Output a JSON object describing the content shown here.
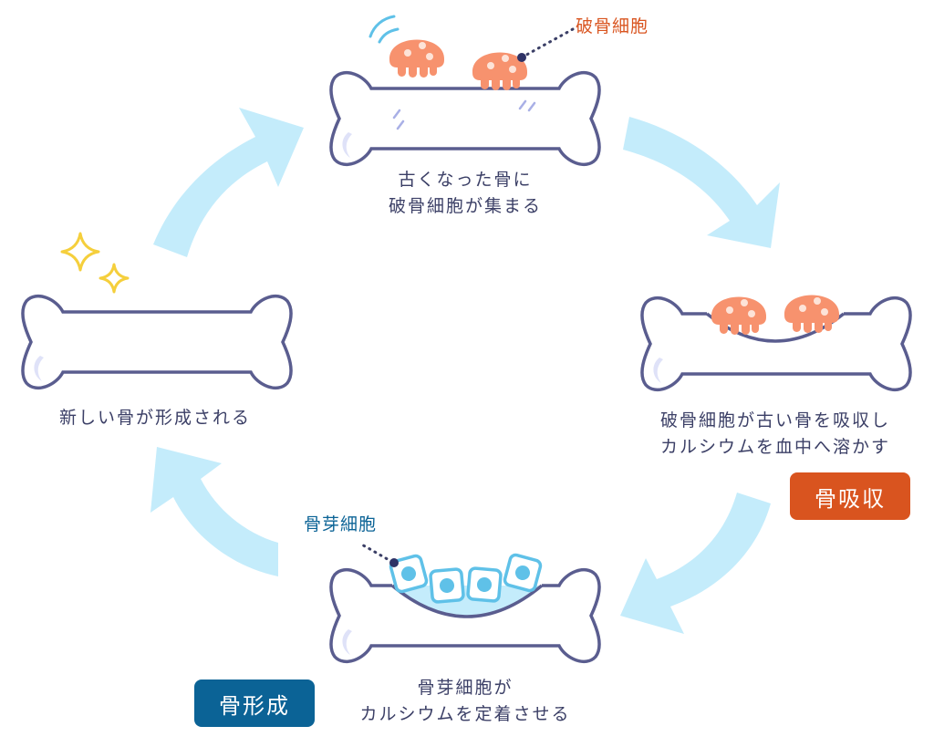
{
  "colors": {
    "arrow": "#c4ecfb",
    "bone_stroke": "#5a5d8f",
    "osteoclast": "#f7926e",
    "osteoblast": "#5fc1e8",
    "resorption": "#d9541f",
    "formation": "#0b6396",
    "sparkle": "#f5cf3c"
  },
  "stages": {
    "top": {
      "caption_line1": "古くなった骨に",
      "caption_line2": "破骨細胞が集まる"
    },
    "right": {
      "caption_line1": "破骨細胞が古い骨を吸収し",
      "caption_line2": "カルシウムを血中へ溶かす"
    },
    "bottom": {
      "caption_line1": "骨芽細胞が",
      "caption_line2": "カルシウムを定着させる"
    },
    "left": {
      "caption_line1": "新しい骨が形成される"
    }
  },
  "callouts": {
    "osteoclast": "破骨細胞",
    "osteoblast": "骨芽細胞"
  },
  "badges": {
    "resorption": "骨吸収",
    "formation": "骨形成"
  }
}
